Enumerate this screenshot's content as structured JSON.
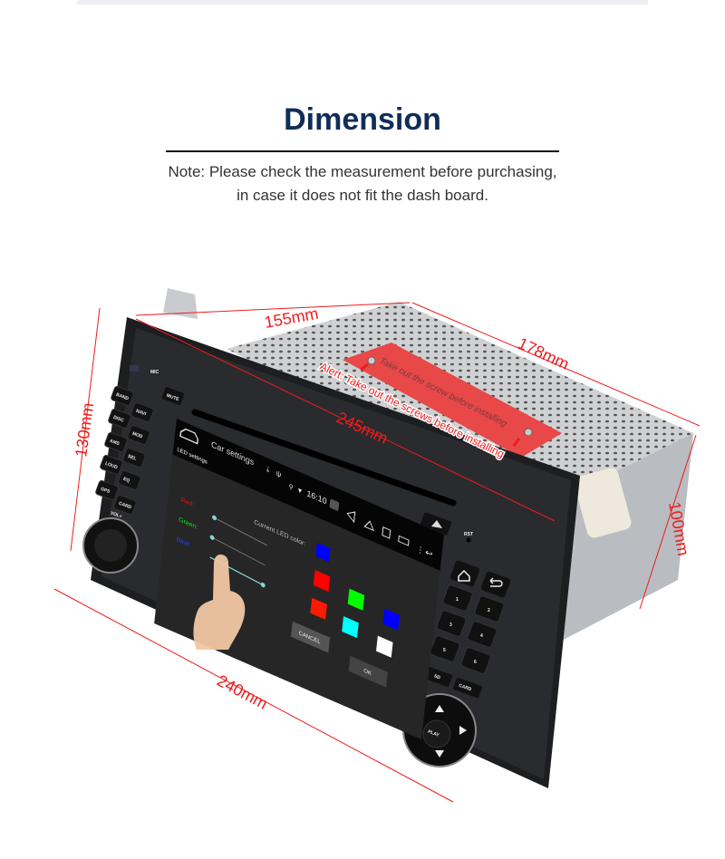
{
  "header": {
    "title": "Dimension",
    "note_line1": "Note: Please check the measurement before purchasing,",
    "note_line2": "in case it does not fit the dash board."
  },
  "dimensions": {
    "top_width": "155mm",
    "depth": "178mm",
    "front_top": "245mm",
    "front_height": "130mm",
    "chassis_height": "100mm",
    "front_bottom": "240mm"
  },
  "alert": {
    "callout": "Alert: Take out the screws before installing",
    "sticker": "Take out the screw before installing"
  },
  "device": {
    "left_buttons": [
      "BAND",
      "NAVI",
      "DISC",
      "MOD",
      "AMS",
      "SEL",
      "LOUD",
      "EQ",
      "GPS",
      "CARD"
    ],
    "vol_label": "VOL+",
    "mic_label": "MIC",
    "mute_label": "MUTE",
    "rst_label": "RST",
    "keypad": [
      "1",
      "2",
      "3",
      "4",
      "5",
      "6"
    ],
    "sd_label": "SD",
    "card_label": "CARD",
    "play_label": "PLAY"
  },
  "screen": {
    "app_title": "Car settings",
    "page_title": "LED settings",
    "time": "16:10",
    "red_label": "Red:",
    "green_label": "Green:",
    "blue_label": "Blue:",
    "current_color_label": "Current LED color:",
    "cancel": "CANCEL",
    "ok": "OK",
    "colors": {
      "current": "#0000ff",
      "swatches": [
        "#ff0000",
        "#ff1a00",
        "#00ff00",
        "#00ffff",
        "#0000ff",
        "#ffffff"
      ]
    },
    "sliders": {
      "red": 0,
      "green": 0,
      "blue": 1
    }
  }
}
